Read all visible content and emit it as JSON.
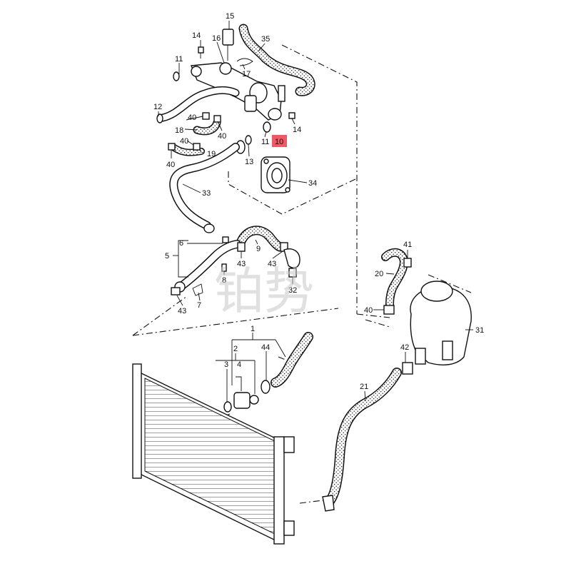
{
  "diagram": {
    "highlight_color": "#ee3b4a",
    "highlighted_callout": "10",
    "watermark_text": "铂势",
    "callouts": [
      "15",
      "14",
      "16",
      "35",
      "11",
      "17",
      "12",
      "40",
      "18",
      "40",
      "11",
      "10",
      "14",
      "40",
      "19",
      "13",
      "40",
      "34",
      "33",
      "6",
      "9",
      "5",
      "43",
      "43",
      "8",
      "32",
      "7",
      "43",
      "41",
      "20",
      "40",
      "31",
      "1",
      "2",
      "44",
      "42",
      "3",
      "4",
      "21"
    ]
  }
}
